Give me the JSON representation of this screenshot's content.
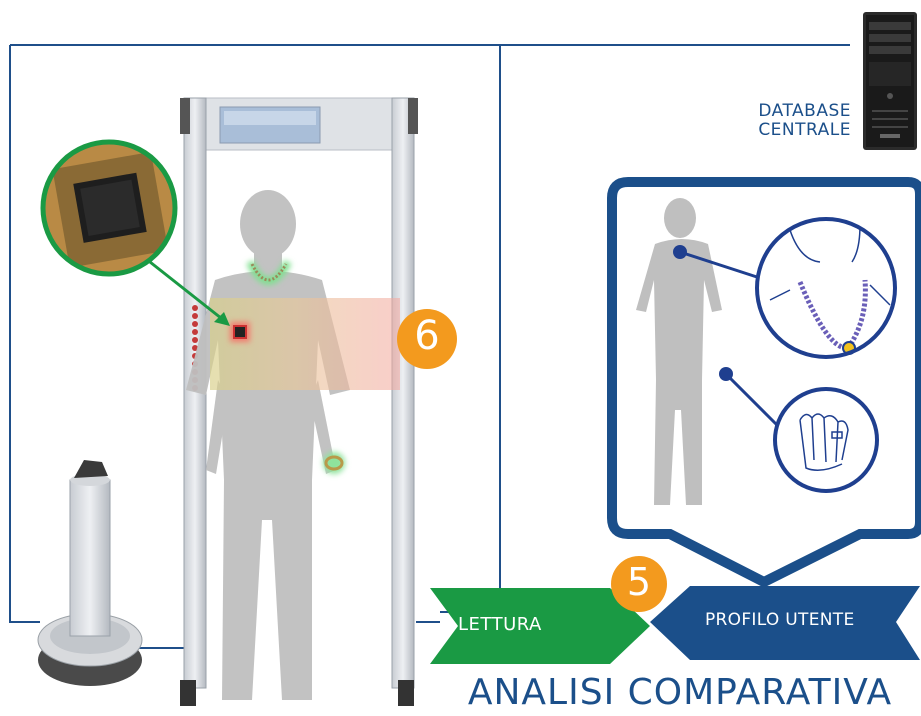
{
  "labels": {
    "database": [
      "DATABASE",
      "CENTRALE"
    ],
    "reading": "LETTURA",
    "user_profile": "PROFILO UTENTE",
    "title": "ANALISI COMPARATIVA"
  },
  "steps": {
    "reader_step": "6",
    "comparison_step": "5"
  },
  "colors": {
    "primary_blue": "#1b4f8a",
    "frame_blue": "#1f3f8f",
    "green": "#1a9a44",
    "orange": "#f39a1e",
    "silhouette": "#bfbfbf"
  },
  "icons": [
    "server-tower-icon",
    "microchip-icon",
    "necklace-icon",
    "ring-hand-icon",
    "walkthrough-gate-icon",
    "reader-pedestal-icon"
  ]
}
